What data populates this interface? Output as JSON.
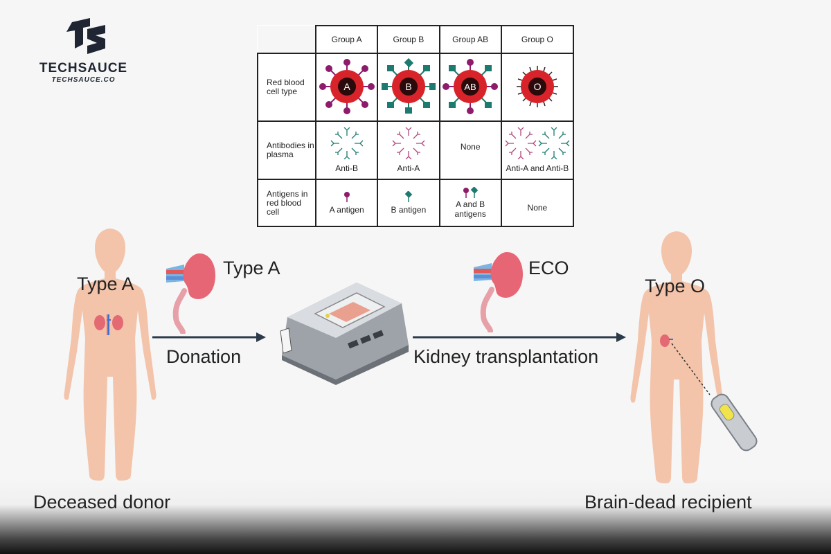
{
  "brand": {
    "name": "TECHSAUCE",
    "site": "TECHSAUCE.CO"
  },
  "table": {
    "headers": [
      "Group A",
      "Group B",
      "Group AB",
      "Group O"
    ],
    "rows": [
      {
        "label": "Red blood cell type",
        "cells": [
          "A",
          "B",
          "AB",
          "O"
        ]
      },
      {
        "label": "Antibodies in plasma",
        "cells": [
          "Anti-B",
          "Anti-A",
          "None",
          "Anti-A and Anti-B"
        ]
      },
      {
        "label": "Antigens in red blood cell",
        "cells": [
          "A antigen",
          "B antigen",
          "A and B antigens",
          "None"
        ]
      }
    ]
  },
  "diagram": {
    "donor_type": "Type A",
    "kidney_type": "Type A",
    "donation": "Donation",
    "eco": "ECO",
    "transplant": "Kidney transplantation",
    "recipient_type": "Type O",
    "donor_label": "Deceased donor",
    "recipient_label": "Brain-dead recipient"
  },
  "colors": {
    "a_antigen": "#8e1b6b",
    "b_antigen": "#1c7a6e",
    "cell_red": "#d8232a",
    "skin": "#f3c3aa",
    "arrow": "#2c3a4a"
  }
}
